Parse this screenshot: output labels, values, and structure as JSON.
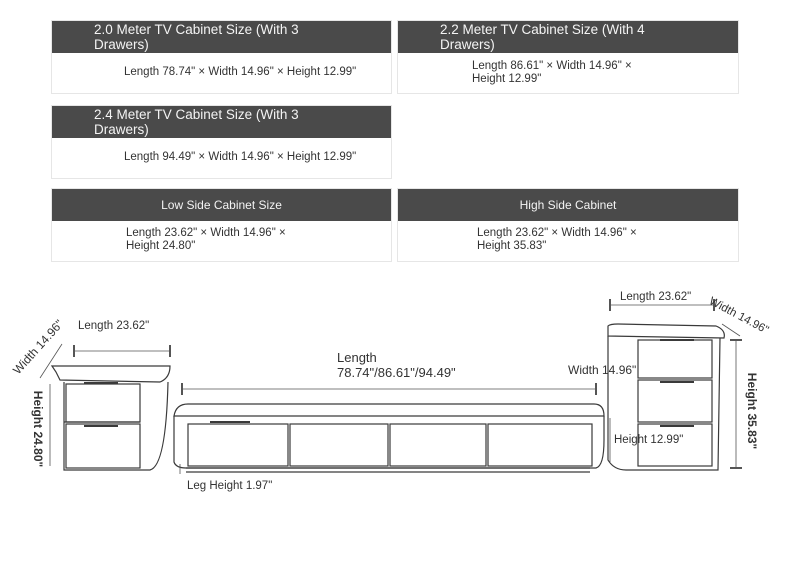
{
  "sizes": {
    "cab20": {
      "title": "2.0 Meter TV Cabinet Size (With 3 Drawers)",
      "dims": "Length 78.74\" × Width 14.96\" × Height 12.99\""
    },
    "cab22": {
      "title": "2.2 Meter TV Cabinet Size (With 4 Drawers)",
      "dims": "Length 86.61\" × Width 14.96\" × Height 12.99\""
    },
    "cab24": {
      "title": "2.4 Meter TV Cabinet Size (With 3 Drawers)",
      "dims": "Length 94.49\" × Width 14.96\" × Height 12.99\""
    },
    "low": {
      "title": "Low Side Cabinet Size",
      "dims": "Length 23.62\" × Width 14.96\" × Height 24.80\""
    },
    "high": {
      "title": "High Side Cabinet",
      "dims": "Length 23.62\" × Width 14.96\" × Height 35.83\""
    }
  },
  "diagram": {
    "low_width": "Width 14.96\"",
    "low_length": "Length 23.62\"",
    "low_height": "Height 24.80\"",
    "tv_length": "Length 78.74\"/86.61\"/94.49\"",
    "tv_width": "Width 14.96\"",
    "tv_height": "Height 12.99\"",
    "leg_height": "Leg Height 1.97\"",
    "high_length": "Length 23.62\"",
    "high_width": "Width 14.96\"",
    "high_height": "Height 35.83\""
  }
}
